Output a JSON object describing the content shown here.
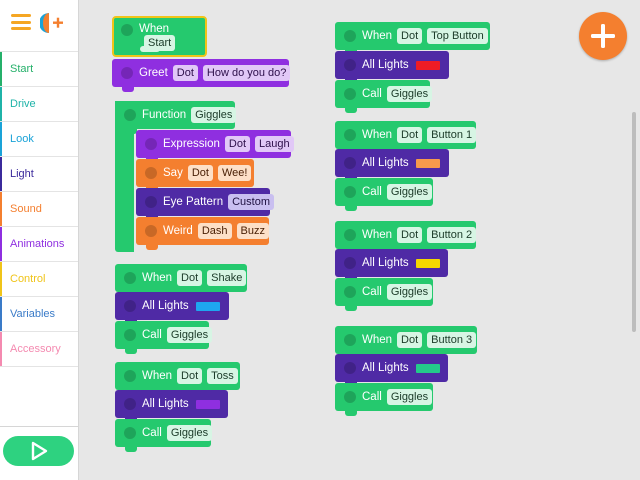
{
  "sidebar": {
    "categories": [
      {
        "label": "Start",
        "color": "#25b06a"
      },
      {
        "label": "Drive",
        "color": "#1fb3a8"
      },
      {
        "label": "Look",
        "color": "#1aa3d8"
      },
      {
        "label": "Light",
        "color": "#3b2a9c"
      },
      {
        "label": "Sound",
        "color": "#f47f2f"
      },
      {
        "label": "Animations",
        "color": "#8f2fe0"
      },
      {
        "label": "Control",
        "color": "#f0c419"
      },
      {
        "label": "Variables",
        "color": "#3a7bc8"
      },
      {
        "label": "Accessory",
        "color": "#f48ab0"
      }
    ],
    "menu_icon": "hamburger-menu-icon",
    "logo_icon": "app-logo-icon",
    "run_icon": "play-icon"
  },
  "canvas": {
    "add_icon": "plus-icon",
    "scripts": [
      {
        "id": "s1",
        "hat": {
          "word": "When",
          "event": "Start"
        },
        "blocks": [
          {
            "label": "Greet",
            "args": [
              "Dot",
              "How do you do?"
            ]
          }
        ]
      },
      {
        "id": "s2",
        "function": {
          "label": "Function",
          "name": "Giggles"
        },
        "blocks": [
          {
            "label": "Expression",
            "args": [
              "Dot",
              "Laugh"
            ]
          },
          {
            "label": "Say",
            "args": [
              "Dot",
              "Wee!"
            ]
          },
          {
            "label": "Eye Pattern",
            "args": [
              "Custom"
            ]
          },
          {
            "label": "Weird",
            "args": [
              "Dash",
              "Buzz"
            ]
          }
        ]
      },
      {
        "id": "s3",
        "hat": {
          "word": "When",
          "args": [
            "Dot",
            "Shake"
          ]
        },
        "lights": {
          "label": "All Lights",
          "color": "#1ea7f0"
        },
        "call": {
          "label": "Call",
          "arg": "Giggles"
        }
      },
      {
        "id": "s4",
        "hat": {
          "word": "When",
          "args": [
            "Dot",
            "Toss"
          ]
        },
        "lights": {
          "label": "All Lights",
          "color": "#8f2fe0"
        },
        "call": {
          "label": "Call",
          "arg": "Giggles"
        }
      },
      {
        "id": "s5",
        "hat": {
          "word": "When",
          "args": [
            "Dot",
            "Top Button"
          ]
        },
        "lights": {
          "label": "All Lights",
          "color": "#ee1c25"
        },
        "call": {
          "label": "Call",
          "arg": "Giggles"
        }
      },
      {
        "id": "s6",
        "hat": {
          "word": "When",
          "args": [
            "Dot",
            "Button 1"
          ]
        },
        "lights": {
          "label": "All Lights",
          "color": "#f79a4c"
        },
        "call": {
          "label": "Call",
          "arg": "Giggles"
        }
      },
      {
        "id": "s7",
        "hat": {
          "word": "When",
          "args": [
            "Dot",
            "Button 2"
          ]
        },
        "lights": {
          "label": "All Lights",
          "color": "#f5d800"
        },
        "call": {
          "label": "Call",
          "arg": "Giggles"
        }
      },
      {
        "id": "s8",
        "hat": {
          "word": "When",
          "args": [
            "Dot",
            "Button 3"
          ]
        },
        "lights": {
          "label": "All Lights",
          "color": "#24c98a"
        },
        "call": {
          "label": "Call",
          "arg": "Giggles"
        }
      }
    ]
  }
}
